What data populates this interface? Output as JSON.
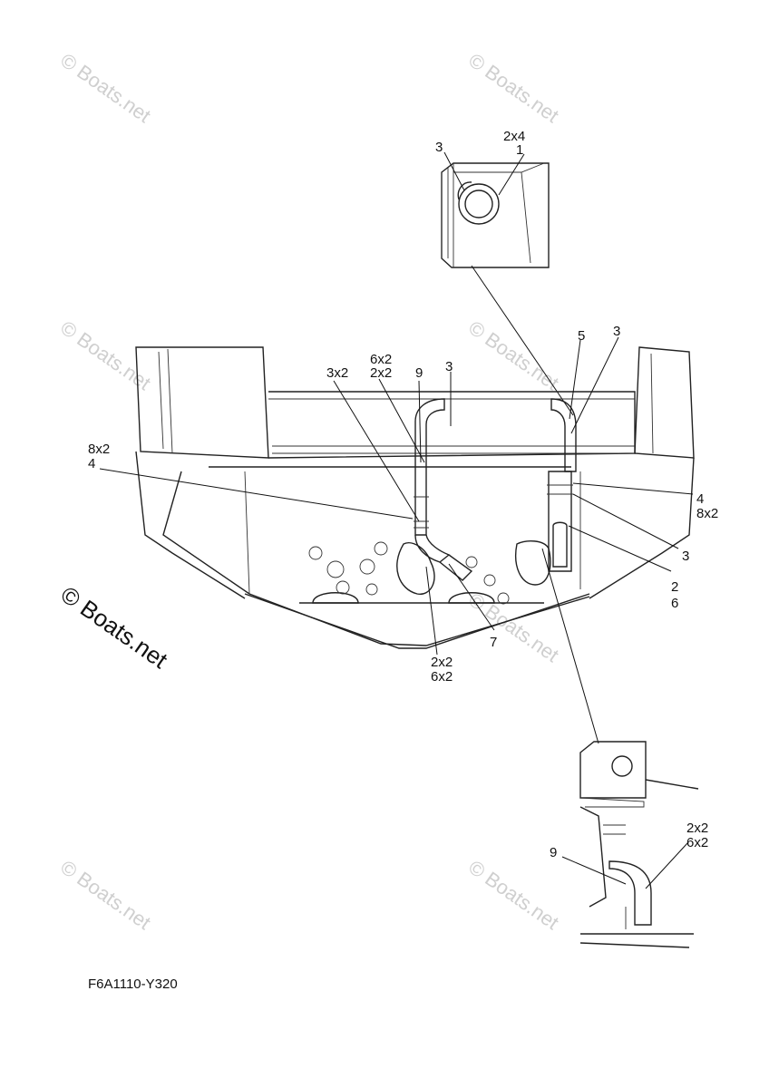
{
  "watermark": {
    "text": "© Boats.net"
  },
  "figure_code": "F6A1110-Y320",
  "callouts": {
    "top_inset": {
      "c3": "3",
      "c2x4": "2x4",
      "c1": "1"
    },
    "main": {
      "c5": "5",
      "c3_right": "3",
      "c3_mid": "3",
      "c6x2": "6x2",
      "c2x2": "2x2",
      "c3x2": "3x2",
      "c9": "9",
      "c8x2_left": "8x2",
      "c4_left": "4",
      "c4_right": "4",
      "c8x2_right": "8x2",
      "c3_lower": "3",
      "c2": "2",
      "c6": "6",
      "c7": "7",
      "c2x2_bottom": "2x2",
      "c6x2_bottom": "6x2"
    },
    "bottom_inset": {
      "c9": "9",
      "c2x2": "2x2",
      "c6x2": "6x2"
    }
  }
}
